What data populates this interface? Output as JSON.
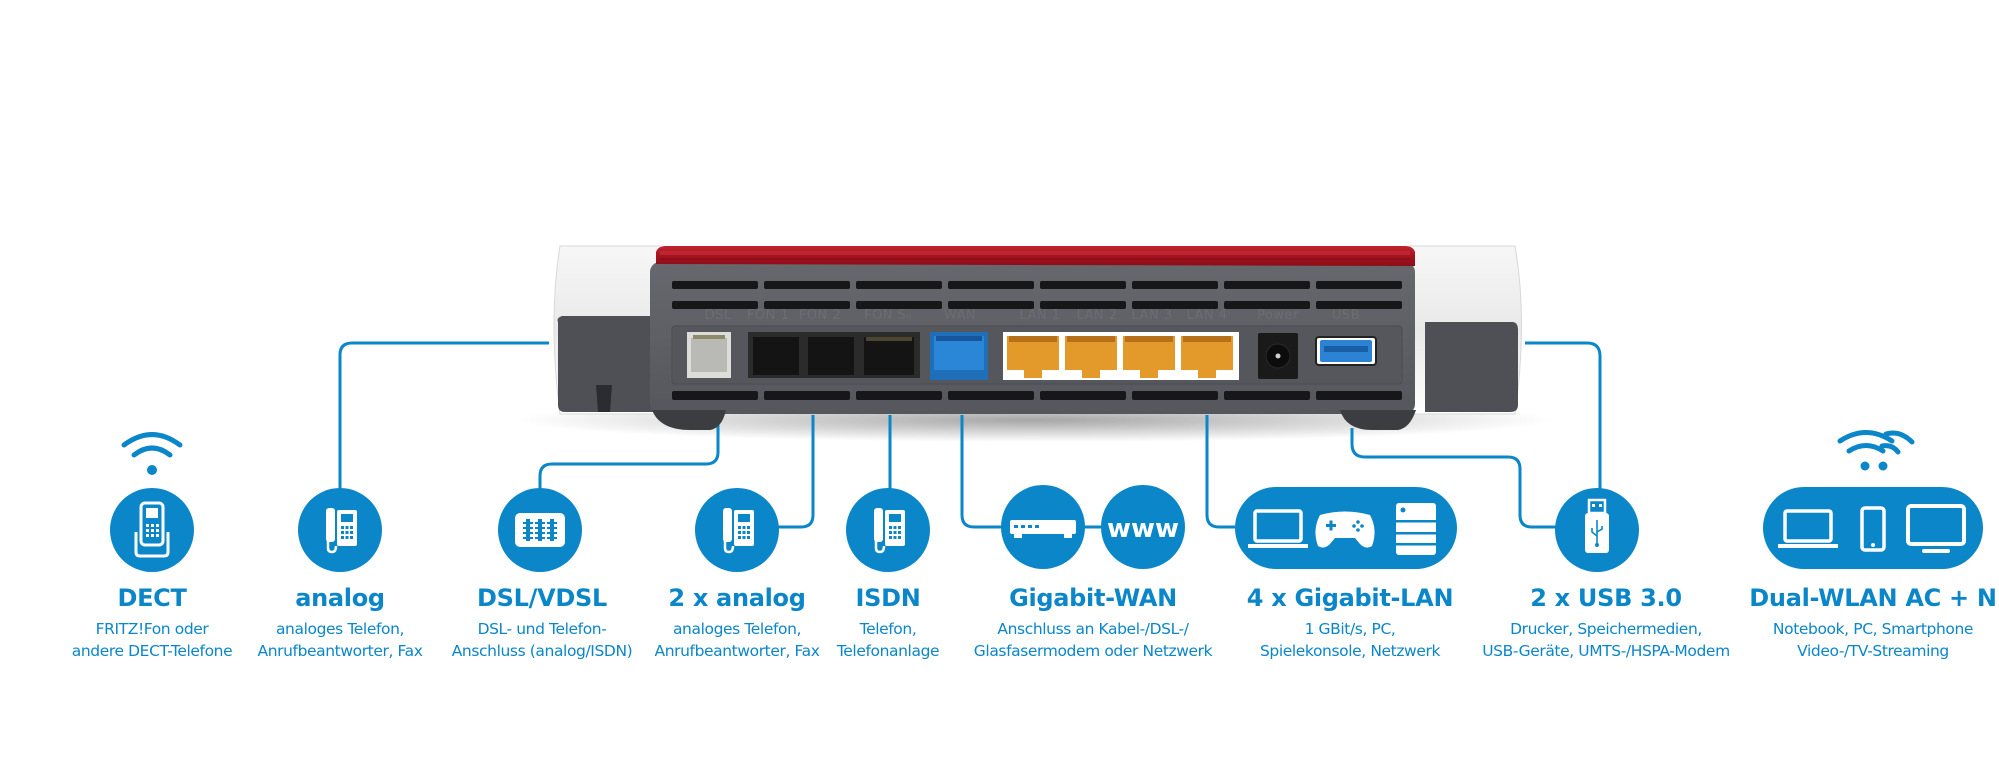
{
  "colors": {
    "accent_blue": "#0a86c9",
    "router_red": "#a51220",
    "router_body": "#5d5f64",
    "port_dsl": "#c9c9c6",
    "port_fon": "#1e1e1e",
    "port_wan": "#1f7ccc",
    "port_lan": "#e39a2a",
    "port_usb": "#2c83d4"
  },
  "router": {
    "port_labels": [
      "DSL",
      "FON 1",
      "FON 2",
      "FON S₀",
      "WAN",
      "LAN 1",
      "LAN 2",
      "LAN 3",
      "LAN 4",
      "Power",
      "USB"
    ]
  },
  "features": [
    {
      "id": "dect",
      "title": "DECT",
      "desc": [
        "FRITZ!Fon oder",
        "andere DECT-Telefone"
      ],
      "icons": [
        "wifi-icon",
        "dect-handset-icon"
      ]
    },
    {
      "id": "analog",
      "title": "analog",
      "desc": [
        "analoges Telefon,",
        "Anrufbeantworter, Fax"
      ],
      "icons": [
        "desk-phone-icon"
      ]
    },
    {
      "id": "dsl",
      "title": "DSL/VDSL",
      "desc": [
        "DSL- und Telefon-",
        "Anschluss (analog/ISDN)"
      ],
      "icons": [
        "dsl-splitter-icon"
      ]
    },
    {
      "id": "analog2",
      "title": "2 x analog",
      "desc": [
        "analoges Telefon,",
        "Anrufbeantworter, Fax"
      ],
      "icons": [
        "desk-phone-icon"
      ]
    },
    {
      "id": "isdn",
      "title": "ISDN",
      "desc": [
        "Telefon,",
        "Telefonanlage"
      ],
      "icons": [
        "desk-phone-icon"
      ]
    },
    {
      "id": "wan",
      "title": "Gigabit-WAN",
      "desc": [
        "Anschluss an Kabel-/DSL-/",
        "Glasfasermodem oder Netzwerk"
      ],
      "icons": [
        "modem-icon",
        "www-icon"
      ],
      "www_text": "www"
    },
    {
      "id": "lan",
      "title": "4 x Gigabit-LAN",
      "desc": [
        "1 GBit/s, PC,",
        "Spielekonsole, Netzwerk"
      ],
      "icons": [
        "laptop-icon",
        "gamepad-icon",
        "server-icon"
      ]
    },
    {
      "id": "usb",
      "title": "2 x USB 3.0",
      "desc": [
        "Drucker, Speichermedien,",
        "USB-Geräte, UMTS-/HSPA-Modem"
      ],
      "icons": [
        "usb-stick-icon"
      ]
    },
    {
      "id": "wlan",
      "title": "Dual-WLAN AC + N",
      "desc": [
        "Notebook, PC, Smartphone",
        "Video-/TV-Streaming"
      ],
      "icons": [
        "dual-wifi-icon",
        "laptop-icon",
        "smartphone-icon",
        "monitor-icon"
      ]
    }
  ]
}
